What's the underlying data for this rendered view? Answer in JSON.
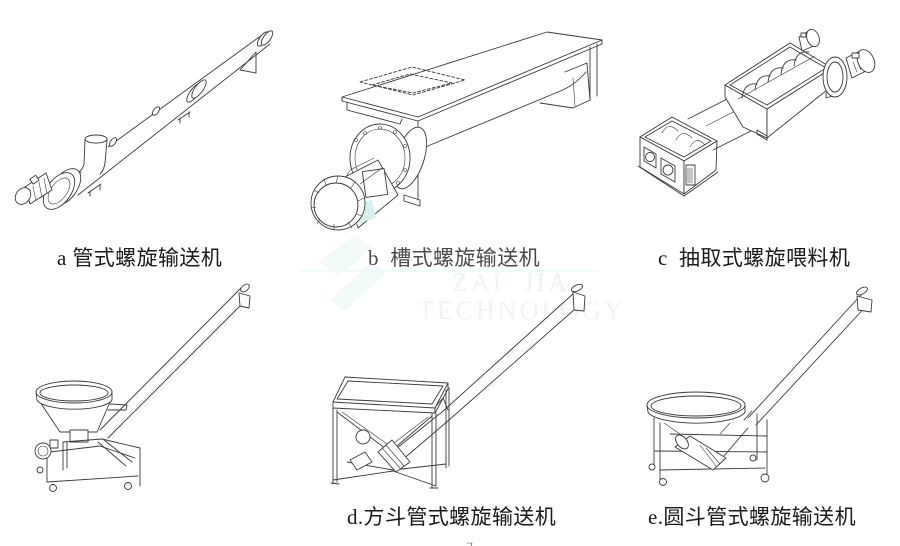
{
  "colors": {
    "background": "#ffffff",
    "line_art": "#3a3a3a",
    "caption_text": "#1a1a1a",
    "watermark_tint": "#d9f0f0"
  },
  "captions": {
    "a": "a 管式螺旋输送机",
    "b": "b  槽式螺旋输送机",
    "c": "c  抽取式螺旋喂料机",
    "d": "d.方斗管式螺旋输送机",
    "e": "e.圆斗管式螺旋输送机"
  },
  "watermark": {
    "line1": "ZAI  JIA",
    "line2": "TECHNOLOGY"
  }
}
